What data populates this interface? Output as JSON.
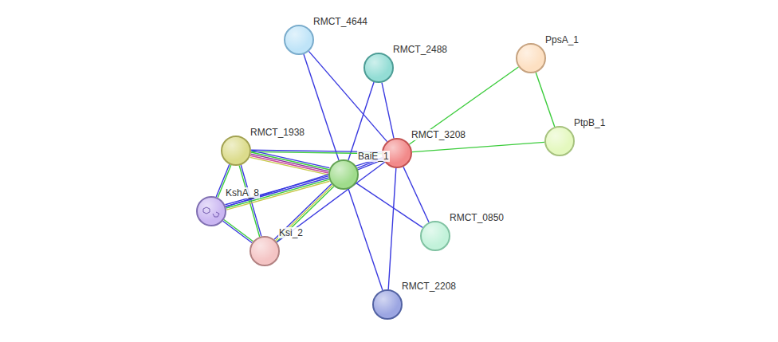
{
  "diagram": {
    "nodes": [
      {
        "text": [
          "RMCT_4644"
        ]
      },
      {
        "text": [
          "RMCT_2488"
        ]
      },
      {
        "text": [
          "PpsA_1"
        ]
      },
      {
        "text": [
          "PtpB_1"
        ]
      },
      {
        "text": [
          "RMCT_1938"
        ]
      },
      {
        "text": [
          "RMCT_3208"
        ]
      },
      {
        "text": [
          "BaiE_1"
        ]
      },
      {
        "text": [
          "KshA_8"
        ]
      },
      {
        "text": [
          "Ksi_2"
        ]
      },
      {
        "text": [
          "RMCT_0850"
        ]
      },
      {
        "text": [
          "RMCT_2208"
        ]
      }
    ],
    "edges": [
      {
        "from": 0,
        "to": 6,
        "arrow": "none"
      },
      {
        "from": 0,
        "to": 5,
        "arrow": "none"
      },
      {
        "from": 1,
        "to": 6,
        "arrow": "none"
      },
      {
        "from": 1,
        "to": 5,
        "arrow": "none"
      },
      {
        "from": 2,
        "to": 5,
        "arrow": "none"
      },
      {
        "from": 2,
        "to": 3,
        "arrow": "none"
      },
      {
        "from": 5,
        "to": 3,
        "arrow": "none"
      },
      {
        "from": 4,
        "to": 5,
        "arrow": "none"
      },
      {
        "from": 4,
        "to": 6,
        "arrow": "none"
      },
      {
        "from": 4,
        "to": 7,
        "arrow": "none"
      },
      {
        "from": 4,
        "to": 8,
        "arrow": "none"
      },
      {
        "from": 7,
        "to": 8,
        "arrow": "none"
      },
      {
        "from": 7,
        "to": 6,
        "arrow": "none"
      },
      {
        "from": 8,
        "to": 6,
        "arrow": "none"
      },
      {
        "from": 6,
        "to": 5,
        "arrow": "none"
      },
      {
        "from": 5,
        "to": 7,
        "arrow": "none"
      },
      {
        "from": 5,
        "to": 8,
        "arrow": "none"
      },
      {
        "from": 6,
        "to": 9,
        "arrow": "none"
      },
      {
        "from": 5,
        "to": 9,
        "arrow": "none"
      },
      {
        "from": 6,
        "to": 10,
        "arrow": "none"
      },
      {
        "from": 5,
        "to": 10,
        "arrow": "none"
      }
    ]
  }
}
